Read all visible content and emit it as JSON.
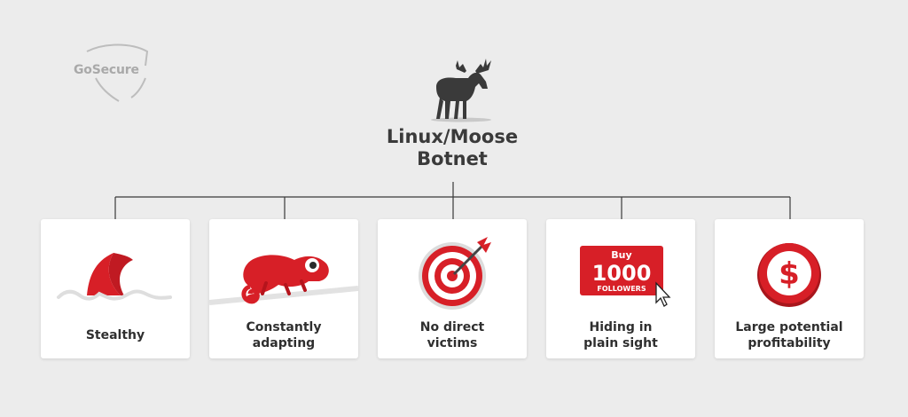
{
  "brand": {
    "logo_text": "GoSecure"
  },
  "header": {
    "title_line1": "Linux/Moose",
    "title_line2": "Botnet",
    "icon": "moose-icon"
  },
  "colors": {
    "accent": "#d71f27",
    "text": "#333333",
    "background": "#ececec"
  },
  "cards": [
    {
      "label": "Stealthy",
      "icon": "shark-fin-icon"
    },
    {
      "label": "Constantly\nadapting",
      "icon": "chameleon-icon"
    },
    {
      "label": "No direct\nvictims",
      "icon": "target-icon"
    },
    {
      "label": "Hiding in\nplain sight",
      "icon": "buy-followers-icon",
      "badge": {
        "line1": "Buy",
        "line2": "1000",
        "line3": "FOLLOWERS"
      }
    },
    {
      "label": "Large potential\nprofitability",
      "icon": "dollar-coin-icon",
      "coin_symbol": "$"
    }
  ]
}
